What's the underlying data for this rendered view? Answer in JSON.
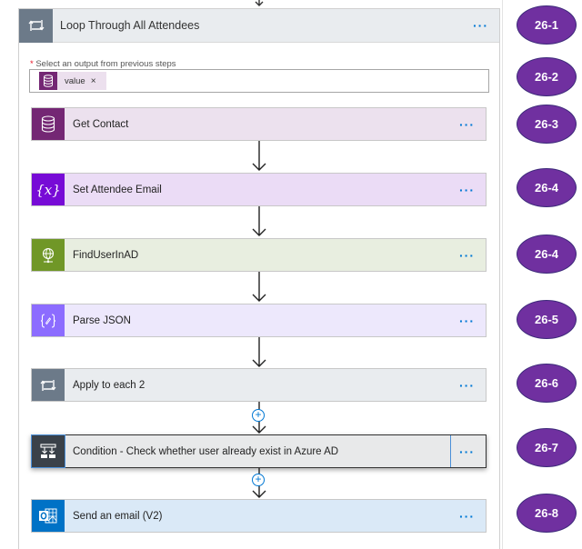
{
  "loop": {
    "title": "Loop Through All Attendees",
    "icon": "loop-icon",
    "more_label": "···",
    "header_bg": "#e9ecef",
    "icon_bg": "#6c7a89"
  },
  "input": {
    "required_marker": "*",
    "label": "Select an output from previous steps",
    "token": {
      "label": "value",
      "remove": "×",
      "icon": "database-icon",
      "icon_bg": "#742774",
      "bg": "#ece0ee"
    }
  },
  "steps": [
    {
      "title": "Get Contact",
      "icon": "database-icon",
      "icon_bg": "#742774",
      "bg": "#ece1ee",
      "more_label": "···"
    },
    {
      "title": "Set Attendee Email",
      "icon": "variable-icon",
      "icon_bg": "#770bd6",
      "bg": "#ebdcf6",
      "more_label": "···"
    },
    {
      "title": "FindUserInAD",
      "icon": "http-globe-icon",
      "icon_bg": "#709727",
      "bg": "#e8eee0",
      "more_label": "···"
    },
    {
      "title": "Parse JSON",
      "icon": "parse-json-icon",
      "icon_bg": "#8c6cff",
      "bg": "#ede8fc",
      "more_label": "···"
    },
    {
      "title": "Apply to each 2",
      "icon": "loop-icon",
      "icon_bg": "#6c7a89",
      "bg": "#e9ecef",
      "more_label": "···"
    },
    {
      "title": "Condition - Check whether user already exist in Azure AD",
      "icon": "condition-icon",
      "icon_bg": "#3a4149",
      "bg": "#e8e9ea",
      "more_label": "···"
    },
    {
      "title": "Send an email (V2)",
      "icon": "outlook-icon",
      "icon_bg": "#0072c6",
      "bg": "#dae9f7",
      "more_label": "···"
    }
  ],
  "badges": [
    {
      "label": "26-1"
    },
    {
      "label": "26-2"
    },
    {
      "label": "26-3"
    },
    {
      "label": "26-4"
    },
    {
      "label": "26-4"
    },
    {
      "label": "26-5"
    },
    {
      "label": "26-6"
    },
    {
      "label": "26-7"
    },
    {
      "label": "26-8"
    }
  ],
  "insert_step_label": "+",
  "colors": {
    "accent": "#0078d4",
    "badge_fill": "#7030a0",
    "badge_border": "#3d2a7a"
  }
}
